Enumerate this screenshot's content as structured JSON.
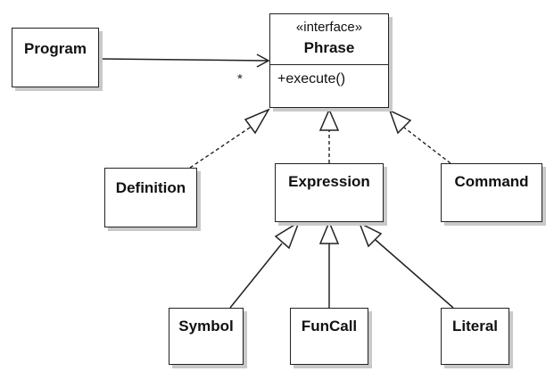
{
  "classes": {
    "program": "Program",
    "phrase": {
      "stereotype": "«interface»",
      "name": "Phrase",
      "operation": "+execute()"
    },
    "definition": "Definition",
    "expression": "Expression",
    "command": "Command",
    "symbol": "Symbol",
    "funcall": "FunCall",
    "literal": "Literal"
  },
  "associations": [
    {
      "from": "Program",
      "to": "Phrase",
      "multiplicity": "*"
    }
  ],
  "realizations": [
    {
      "from": "Definition",
      "to": "Phrase"
    },
    {
      "from": "Expression",
      "to": "Phrase"
    },
    {
      "from": "Command",
      "to": "Phrase"
    }
  ],
  "generalizations": [
    {
      "from": "Symbol",
      "to": "Expression"
    },
    {
      "from": "FunCall",
      "to": "Expression"
    },
    {
      "from": "Literal",
      "to": "Expression"
    }
  ]
}
